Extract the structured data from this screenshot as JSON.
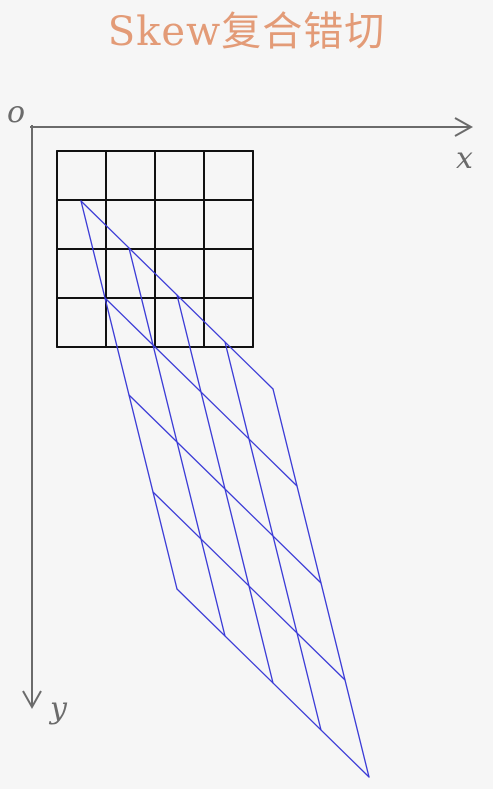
{
  "title": "Skew复合错切",
  "axes": {
    "origin_label": "o",
    "x_label": "x",
    "y_label": "y"
  },
  "grid": {
    "rows": 4,
    "cols": 4
  },
  "colors": {
    "title": "#e39b77",
    "axis": "#6b6b6b",
    "axis_label": "#6b6b6b",
    "original_grid": "#111111",
    "skewed_grid": "#3a3ad6",
    "background": "#f6f6f6"
  }
}
